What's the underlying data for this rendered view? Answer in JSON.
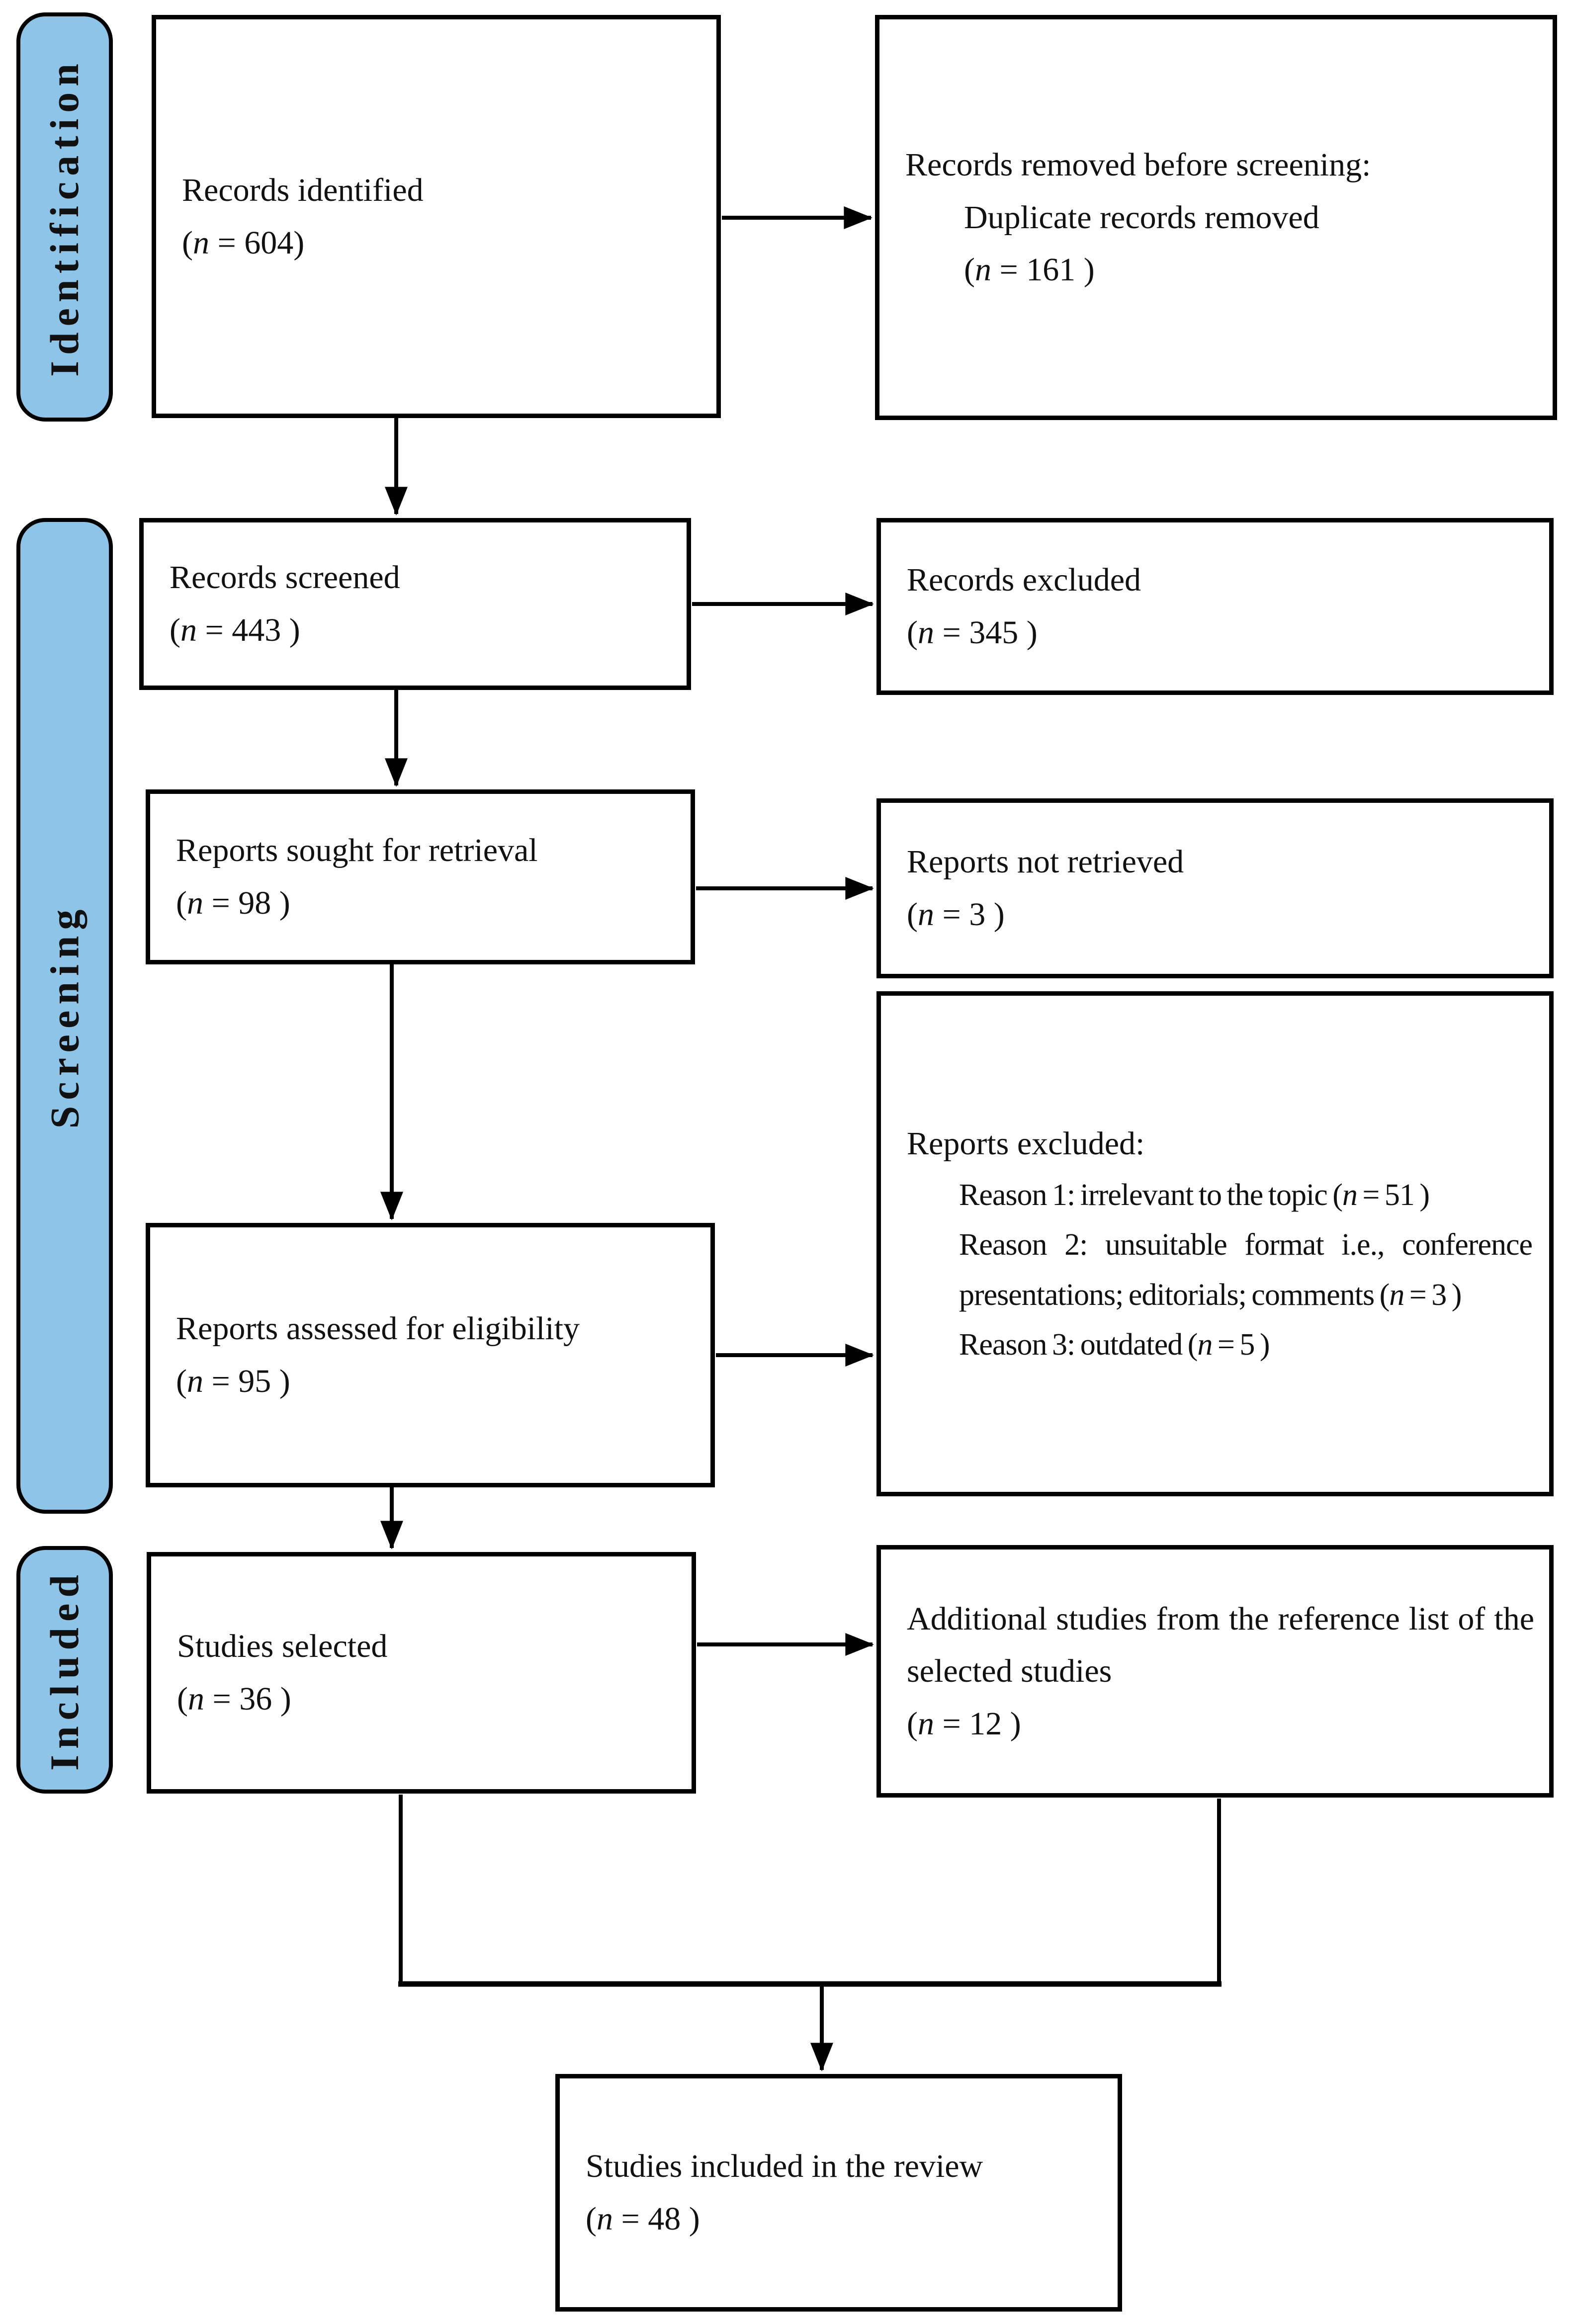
{
  "diagram": {
    "stages": [
      {
        "label": "Identification"
      },
      {
        "label": "Screening"
      },
      {
        "label": "Included"
      }
    ],
    "boxes": {
      "records_identified": {
        "title": "Records identified",
        "n_pre": "(",
        "n_var": "n",
        "n_post": " = 604)"
      },
      "records_removed": {
        "title": "Records removed before screening:",
        "sub": "Duplicate records removed",
        "n_pre": "(",
        "n_var": "n",
        "n_post": " = 161 )"
      },
      "records_screened": {
        "title": "Records screened",
        "n_pre": "(",
        "n_var": "n",
        "n_post": " = 443 )"
      },
      "records_excluded": {
        "title": "Records excluded",
        "n_pre": "(",
        "n_var": "n",
        "n_post": " = 345 )"
      },
      "reports_sought": {
        "title": "Reports sought for retrieval",
        "n_pre": "(",
        "n_var": "n",
        "n_post": " = 98 )"
      },
      "reports_not_retrieved": {
        "title": "Reports not retrieved",
        "n_pre": "(",
        "n_var": "n",
        "n_post": " = 3 )"
      },
      "reports_assessed": {
        "title": "Reports assessed for eligibility",
        "n_pre": "(",
        "n_var": "n",
        "n_post": " = 95 )"
      },
      "reports_excluded": {
        "title": "Reports excluded:",
        "reasons": [
          {
            "pre": "Reason 1: irrelevant to the topic (",
            "n_var": "n",
            "post": " = 51 )"
          },
          {
            "pre": "Reason 2: unsuitable format i.e., conference presentations; editorials; comments (",
            "n_var": "n",
            "post": " = 3 )"
          },
          {
            "pre": "Reason 3: outdated (",
            "n_var": "n",
            "post": " = 5 )"
          }
        ]
      },
      "studies_selected": {
        "title": "Studies selected",
        "n_pre": "(",
        "n_var": "n",
        "n_post": " = 36 )"
      },
      "additional_studies": {
        "title": "Additional studies from the reference list of the selected studies",
        "n_pre": "(",
        "n_var": "n",
        "n_post": " = 12 )"
      },
      "studies_included": {
        "title": "Studies included in the review",
        "n_pre": "(",
        "n_var": "n",
        "n_post": " = 48 )"
      }
    },
    "colors": {
      "stage_fill": "#8EC4E8",
      "box_border": "#000000",
      "text": "#111111",
      "bg": "#ffffff"
    }
  }
}
